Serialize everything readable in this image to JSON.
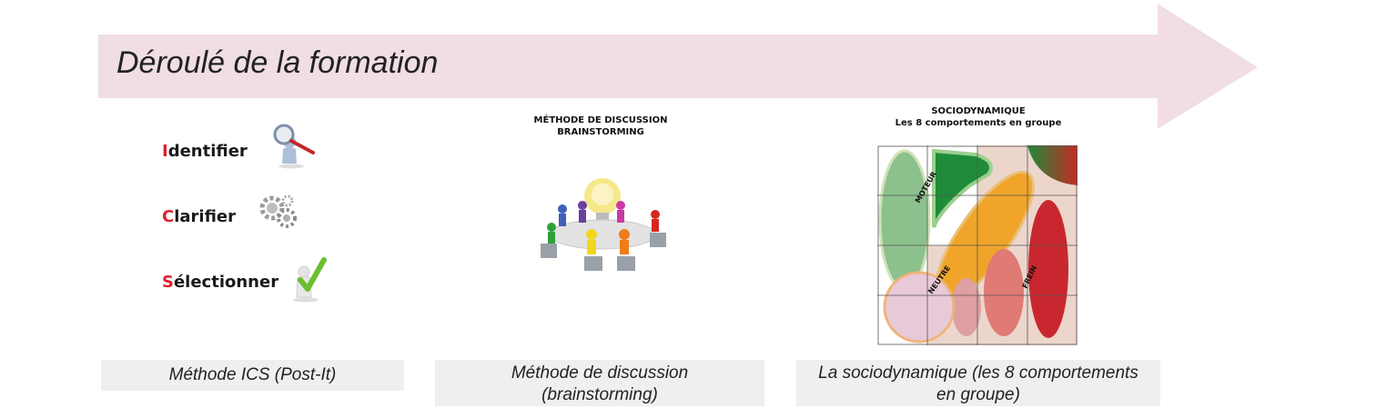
{
  "header": {
    "title": "Déroulé de la formation"
  },
  "ics": {
    "items": [
      {
        "first": "I",
        "rest": "dentifier",
        "icon": "magnifier-person-icon"
      },
      {
        "first": "C",
        "rest": "larifier",
        "icon": "gears-icon"
      },
      {
        "first": "S",
        "rest": "électionner",
        "icon": "checkmark-person-icon"
      }
    ],
    "caption": "Méthode ICS (Post-It)"
  },
  "brainstorming": {
    "heading_line1": "MÉTHODE DE DISCUSSION",
    "heading_line2": "BRAINSTORMING",
    "caption_line1": "Méthode de discussion",
    "caption_line2": "(brainstorming)"
  },
  "sociodynamique": {
    "heading_line1": "SOCIODYNAMIQUE",
    "heading_line2": "Les 8 comportements en groupe",
    "labels": {
      "moteur": "MOTEUR",
      "neutre": "NEUTRE",
      "frein": "FREIN"
    },
    "caption_line1": "La sociodynamique (les 8 comportements",
    "caption_line2": "en groupe)"
  },
  "colors": {
    "arrow": "#f0dde6",
    "accent_red": "#e0202a",
    "caption_bg": "#efefef"
  }
}
